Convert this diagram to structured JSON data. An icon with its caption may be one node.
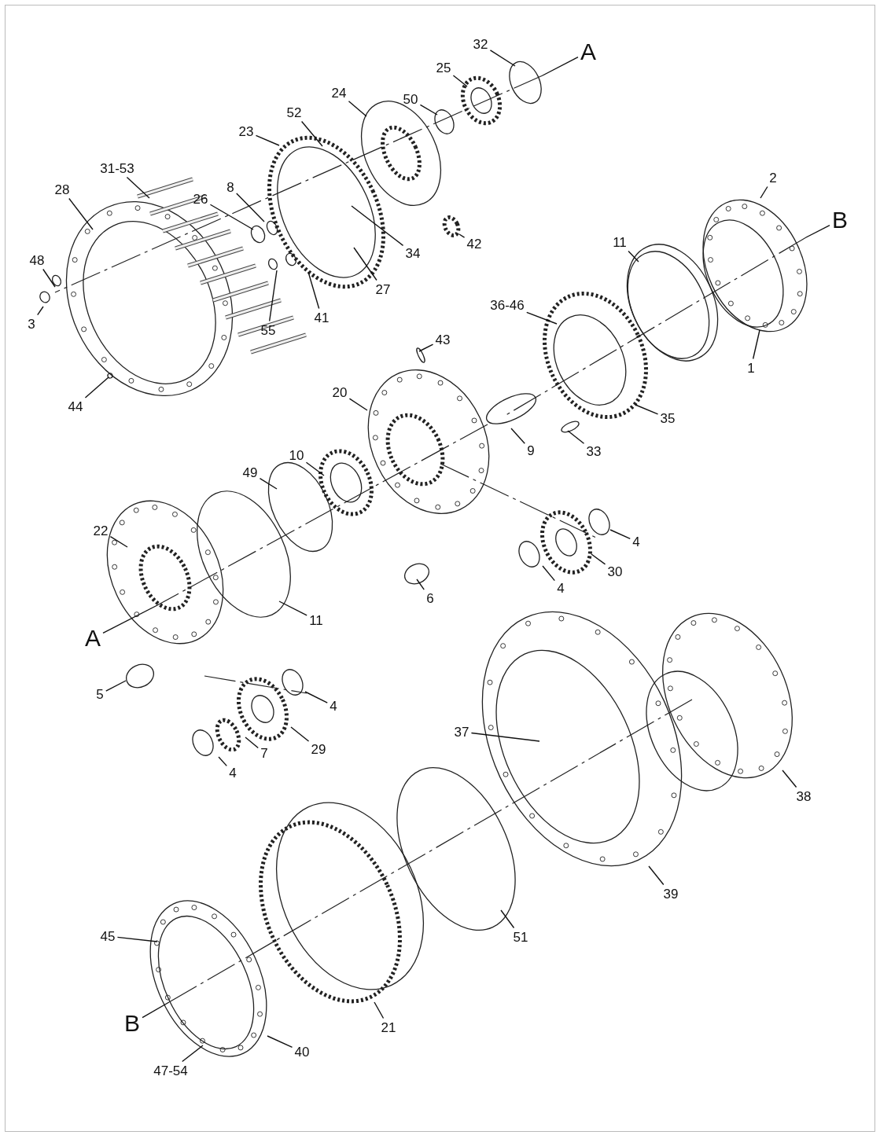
{
  "diagram": {
    "nodes": [
      {
        "text": [
          "32"
        ]
      },
      {
        "text": [
          "A"
        ]
      },
      {
        "text": [
          "25"
        ]
      },
      {
        "text": [
          "24"
        ]
      },
      {
        "text": [
          "50"
        ]
      },
      {
        "text": [
          "52"
        ]
      },
      {
        "text": [
          "23"
        ]
      },
      {
        "text": [
          "31-53"
        ]
      },
      {
        "text": [
          "28"
        ]
      },
      {
        "text": [
          "8"
        ]
      },
      {
        "text": [
          "26"
        ]
      },
      {
        "text": [
          "2"
        ]
      },
      {
        "text": [
          "B"
        ]
      },
      {
        "text": [
          "11"
        ]
      },
      {
        "text": [
          "42"
        ]
      },
      {
        "text": [
          "34"
        ]
      },
      {
        "text": [
          "48"
        ]
      },
      {
        "text": [
          "27"
        ]
      },
      {
        "text": [
          "36-46"
        ]
      },
      {
        "text": [
          "3"
        ]
      },
      {
        "text": [
          "55"
        ]
      },
      {
        "text": [
          "41"
        ]
      },
      {
        "text": [
          "1"
        ]
      },
      {
        "text": [
          "43"
        ]
      },
      {
        "text": [
          "44"
        ]
      },
      {
        "text": [
          "20"
        ]
      },
      {
        "text": [
          "35"
        ]
      },
      {
        "text": [
          "9"
        ]
      },
      {
        "text": [
          "33"
        ]
      },
      {
        "text": [
          "10"
        ]
      },
      {
        "text": [
          "49"
        ]
      },
      {
        "text": [
          "22"
        ]
      },
      {
        "text": [
          "4"
        ]
      },
      {
        "text": [
          "30"
        ]
      },
      {
        "text": [
          "6"
        ]
      },
      {
        "text": [
          "4"
        ]
      },
      {
        "text": [
          "11"
        ]
      },
      {
        "text": [
          "A"
        ]
      },
      {
        "text": [
          "5"
        ]
      },
      {
        "text": [
          "4"
        ]
      },
      {
        "text": [
          "37"
        ]
      },
      {
        "text": [
          "29"
        ]
      },
      {
        "text": [
          "7"
        ]
      },
      {
        "text": [
          "4"
        ]
      },
      {
        "text": [
          "38"
        ]
      },
      {
        "text": [
          "39"
        ]
      },
      {
        "text": [
          "51"
        ]
      },
      {
        "text": [
          "45"
        ]
      },
      {
        "text": [
          "21"
        ]
      },
      {
        "text": [
          "B"
        ]
      },
      {
        "text": [
          "40"
        ]
      },
      {
        "text": [
          "47-54"
        ]
      }
    ],
    "edges": [
      {
        "from": 0,
        "to": null,
        "arrow": "none"
      },
      {
        "from": 1,
        "to": null,
        "arrow": "none"
      },
      {
        "from": 2,
        "to": null,
        "arrow": "none"
      },
      {
        "from": 3,
        "to": null,
        "arrow": "none"
      },
      {
        "from": 4,
        "to": null,
        "arrow": "none"
      },
      {
        "from": 5,
        "to": null,
        "arrow": "none"
      },
      {
        "from": 6,
        "to": null,
        "arrow": "none"
      },
      {
        "from": 7,
        "to": null,
        "arrow": "none"
      },
      {
        "from": 8,
        "to": null,
        "arrow": "none"
      },
      {
        "from": 9,
        "to": null,
        "arrow": "none"
      },
      {
        "from": 10,
        "to": null,
        "arrow": "none"
      },
      {
        "from": 11,
        "to": null,
        "arrow": "none"
      },
      {
        "from": 12,
        "to": null,
        "arrow": "none"
      },
      {
        "from": 13,
        "to": null,
        "arrow": "none"
      },
      {
        "from": 14,
        "to": null,
        "arrow": "none"
      },
      {
        "from": 15,
        "to": null,
        "arrow": "none"
      },
      {
        "from": 16,
        "to": null,
        "arrow": "none"
      },
      {
        "from": 17,
        "to": null,
        "arrow": "none"
      },
      {
        "from": 18,
        "to": null,
        "arrow": "none"
      },
      {
        "from": 19,
        "to": null,
        "arrow": "none"
      },
      {
        "from": 20,
        "to": null,
        "arrow": "none"
      },
      {
        "from": 21,
        "to": null,
        "arrow": "none"
      },
      {
        "from": 22,
        "to": null,
        "arrow": "none"
      },
      {
        "from": 23,
        "to": null,
        "arrow": "none"
      },
      {
        "from": 24,
        "to": null,
        "arrow": "none"
      },
      {
        "from": 25,
        "to": null,
        "arrow": "none"
      },
      {
        "from": 26,
        "to": null,
        "arrow": "none"
      },
      {
        "from": 27,
        "to": null,
        "arrow": "none"
      },
      {
        "from": 28,
        "to": null,
        "arrow": "none"
      },
      {
        "from": 29,
        "to": null,
        "arrow": "none"
      },
      {
        "from": 30,
        "to": null,
        "arrow": "none"
      },
      {
        "from": 31,
        "to": null,
        "arrow": "none"
      },
      {
        "from": 32,
        "to": null,
        "arrow": "none"
      },
      {
        "from": 33,
        "to": null,
        "arrow": "none"
      },
      {
        "from": 34,
        "to": null,
        "arrow": "none"
      },
      {
        "from": 35,
        "to": null,
        "arrow": "none"
      },
      {
        "from": 36,
        "to": null,
        "arrow": "none"
      },
      {
        "from": 37,
        "to": null,
        "arrow": "none"
      },
      {
        "from": 38,
        "to": null,
        "arrow": "none"
      },
      {
        "from": 39,
        "to": null,
        "arrow": "none"
      },
      {
        "from": 40,
        "to": null,
        "arrow": "none"
      },
      {
        "from": 41,
        "to": null,
        "arrow": "none"
      },
      {
        "from": 42,
        "to": null,
        "arrow": "none"
      },
      {
        "from": 43,
        "to": null,
        "arrow": "none"
      },
      {
        "from": 44,
        "to": null,
        "arrow": "none"
      },
      {
        "from": 45,
        "to": null,
        "arrow": "none"
      },
      {
        "from": 46,
        "to": null,
        "arrow": "none"
      },
      {
        "from": 47,
        "to": null,
        "arrow": "none"
      },
      {
        "from": 48,
        "to": null,
        "arrow": "none"
      },
      {
        "from": 49,
        "to": null,
        "arrow": "none"
      },
      {
        "from": 50,
        "to": null,
        "arrow": "none"
      },
      {
        "from": 51,
        "to": null,
        "arrow": "none"
      }
    ]
  }
}
